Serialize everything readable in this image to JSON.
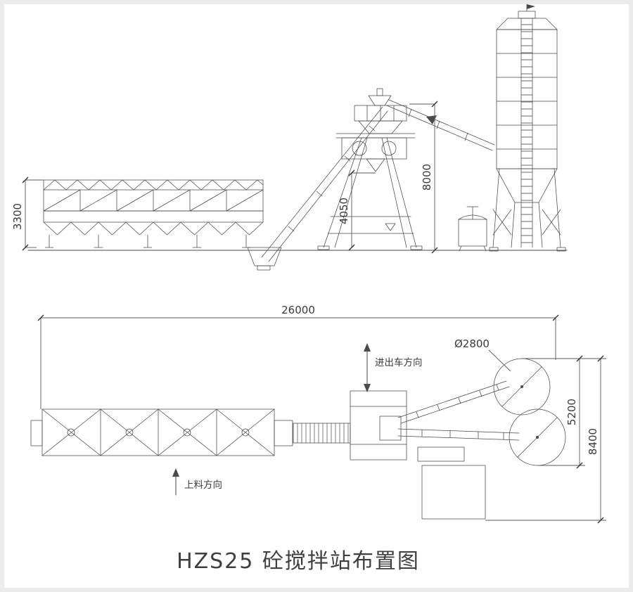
{
  "title": "HZS25 砼搅拌站布置图",
  "elevation": {
    "dims": {
      "batcher_height": "3300",
      "mixer_discharge_height": "4050",
      "silo_height": "8000"
    }
  },
  "plan": {
    "dims": {
      "overall_length": "26000",
      "silo_diameter": "Ø2800",
      "silo_span": "5200",
      "overall_width": "8400"
    },
    "labels": {
      "vehicle_direction": "进出车方向",
      "feeding_direction": "上料方向"
    }
  }
}
